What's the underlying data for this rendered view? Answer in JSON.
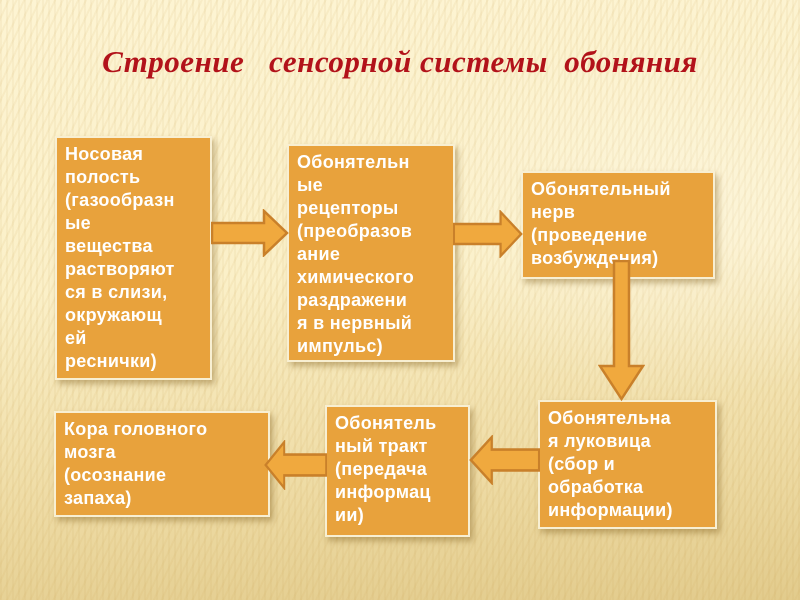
{
  "slide": {
    "title": "Строение   сенсорной системы  обоняния"
  },
  "colors": {
    "title_text": "#B2121A",
    "box_fill": "#E8A23C",
    "box_border": "#F8EFD2",
    "box_text": "#FFFFFF",
    "arrow_fill": "#F0A93E",
    "arrow_outline": "#C9802A",
    "background_top": "#FDF4D3",
    "background_bottom": "#E2CB8C"
  },
  "diagram": {
    "boxes": [
      {
        "id": "nasal-cavity",
        "text": "Носовая\nполость\n(газообразн\nые\nвещества\nрастворяют\nся в слизи,\nокружающ\nей\nреснички)"
      },
      {
        "id": "olfactory-receptors",
        "text": "Обонятельн\nые\nрецепторы\n(преобразов\nание\nхимического\nраздражени\nя в нервный\nимпульс)"
      },
      {
        "id": "olfactory-nerve",
        "text": "Обонятельный\nнерв\n(проведение\nвозбуждения)"
      },
      {
        "id": "olfactory-bulb",
        "text": "Обонятельна\nя луковица\n(сбор и\nобработка\nинформации)"
      },
      {
        "id": "olfactory-tract",
        "text": "Обонятель\nный тракт\n(передача\nинформац\nии)"
      },
      {
        "id": "cerebral-cortex",
        "text": "Кора головного\nмозга\n(осознание\nзапаха)"
      }
    ],
    "arrows": [
      {
        "from": "nasal-cavity",
        "to": "olfactory-receptors",
        "direction": "right"
      },
      {
        "from": "olfactory-receptors",
        "to": "olfactory-nerve",
        "direction": "right"
      },
      {
        "from": "olfactory-nerve",
        "to": "olfactory-bulb",
        "direction": "down"
      },
      {
        "from": "olfactory-bulb",
        "to": "olfactory-tract",
        "direction": "left"
      },
      {
        "from": "olfactory-tract",
        "to": "cerebral-cortex",
        "direction": "left"
      }
    ]
  }
}
